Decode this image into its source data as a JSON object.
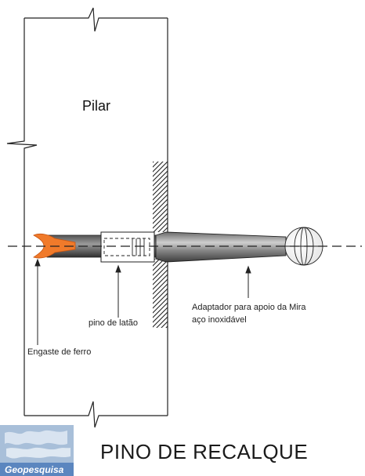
{
  "labels": {
    "pillar": "Pilar",
    "adapter_line1": "Adaptador para apoio da Mira",
    "adapter_line2": "aço inoxidável",
    "brass_pin": "pino de latão",
    "iron_anchor": "Engaste de ferro"
  },
  "title": "PINO DE RECALQUE",
  "logo": {
    "text": "Geopesquisa"
  },
  "colors": {
    "anchor": "#f07a2a",
    "logo_bg": "#a8bfd9",
    "logo_band": "#5b86bf"
  }
}
